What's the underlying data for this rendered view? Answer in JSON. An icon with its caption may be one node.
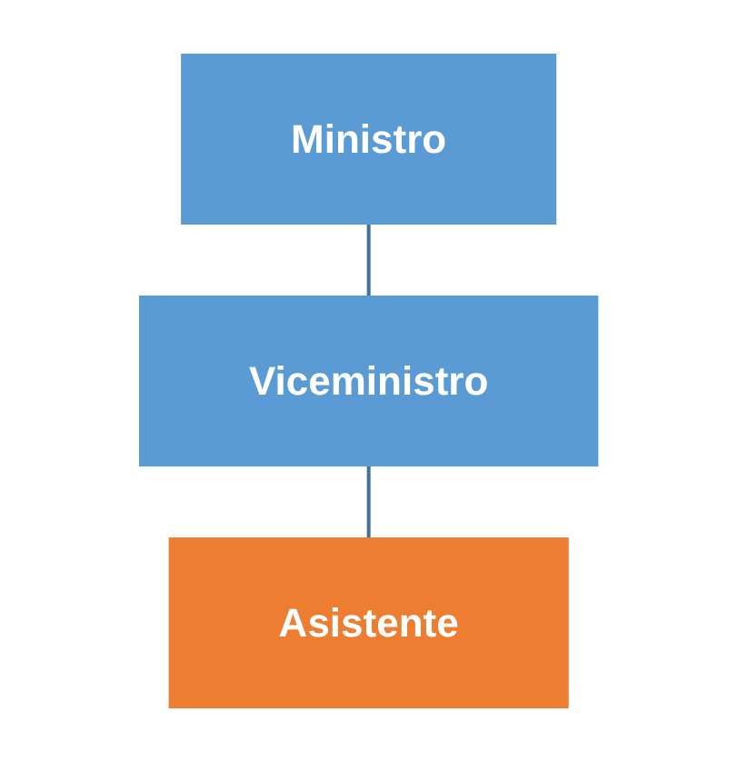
{
  "diagram": {
    "nodes": [
      {
        "text": [
          "Ministro"
        ]
      },
      {
        "text": [
          "Viceministro"
        ]
      },
      {
        "text": [
          "Asistente"
        ]
      }
    ],
    "edges": [
      {
        "from": 0,
        "to": 1,
        "arrow": "none"
      },
      {
        "from": 1,
        "to": 2,
        "arrow": "none"
      }
    ]
  }
}
